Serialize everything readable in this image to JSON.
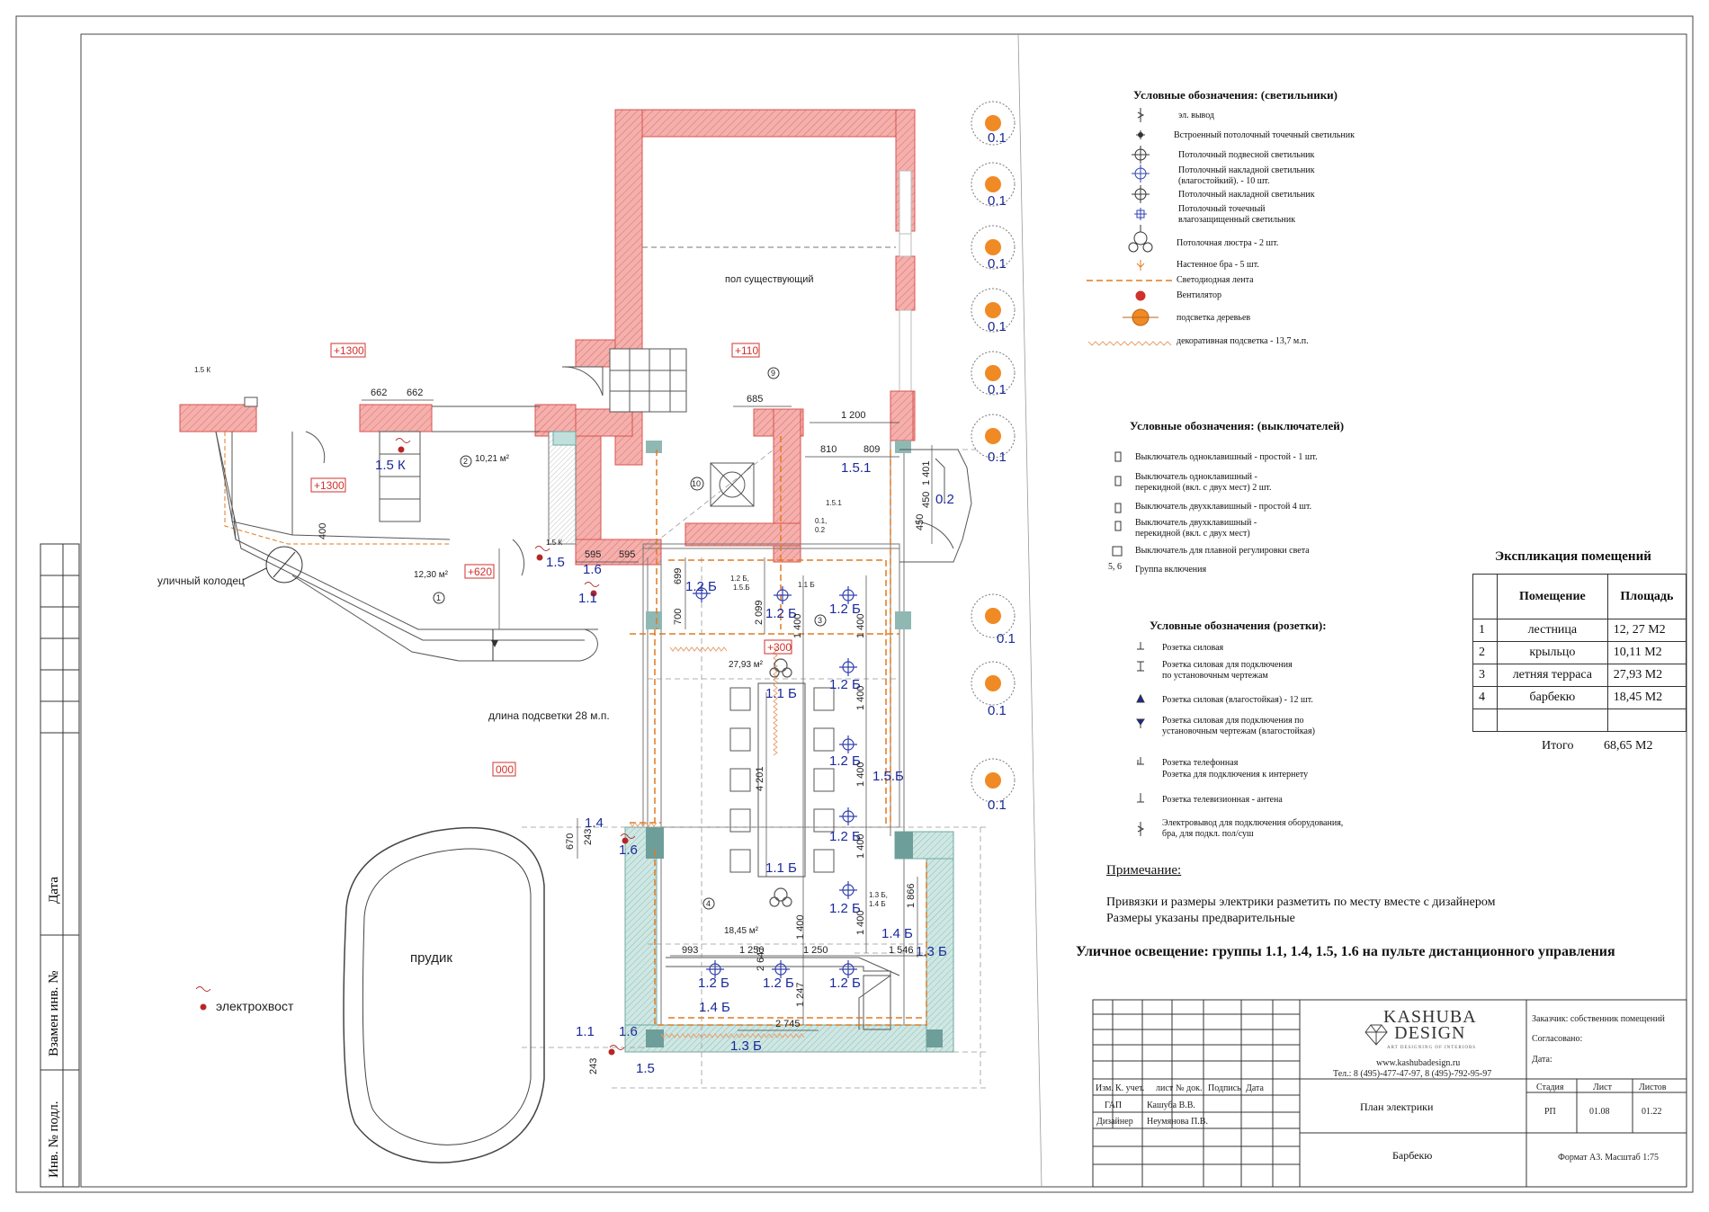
{
  "legend_lights": {
    "title": "Условные обозначения: (светильники)",
    "items": [
      {
        "icon": "el-outlet-icon",
        "label": "эл. вывод"
      },
      {
        "icon": "recessed-spot-icon",
        "label": "Встроенный потолочный точечный светильник"
      },
      {
        "icon": "pendant-light-icon",
        "label": "Потолочный подвесной светильник"
      },
      {
        "icon": "surface-light-wet-icon",
        "label": "Потолочный накладной светильник (влагостойкий). - 10 шт."
      },
      {
        "icon": "surface-light-icon",
        "label": "Потолочный накладной светильник"
      },
      {
        "icon": "spot-wet-icon",
        "label": "Потолочный точечный влагозащищенный светильник"
      },
      {
        "icon": "chandelier-icon",
        "label": "Потолочная люстра - 2 шт."
      },
      {
        "icon": "wall-sconce-icon",
        "label": "Настенное бра - 5 шт."
      },
      {
        "icon": "led-strip-icon",
        "label": "Светодиодная лента"
      },
      {
        "icon": "fan-icon",
        "label": "Вентилятор"
      },
      {
        "icon": "tree-light-icon",
        "label": "подсветка деревьев"
      },
      {
        "icon": "decor-light-icon",
        "label": "декоративная подсветка - 13,7 м.п."
      }
    ]
  },
  "legend_switches": {
    "title": "Условные обозначения: (выключателей)",
    "items": [
      {
        "icon": "switch-single-icon",
        "label": "Выключатель одноклавишный - простой - 1 шт."
      },
      {
        "icon": "switch-single-pass-icon",
        "label": "Выключатель одноклавишный - перекидной (вкл. с двух мест) 2 шт."
      },
      {
        "icon": "switch-double-icon",
        "label": "Выключатель двухклавишный - простой 4 шт."
      },
      {
        "icon": "switch-double-pass-icon",
        "label": "Выключатель двухклавишный - перекидной (вкл. с двух мест)"
      },
      {
        "icon": "dimmer-icon",
        "label": "Выключатель для плавной регулировки света"
      },
      {
        "icon": "group-icon",
        "label": "Группа включения",
        "prefix": "5, 6"
      }
    ]
  },
  "legend_sockets": {
    "title": "Условные обозначения (розетки):",
    "items": [
      {
        "icon": "socket-power-icon",
        "label": "Розетка силовая"
      },
      {
        "icon": "socket-install-icon",
        "label": "Розетка силовая для подключения по установочным чертежам"
      },
      {
        "icon": "socket-wet-icon",
        "label": "Розетка силовая (влагостойкая) - 12 шт."
      },
      {
        "icon": "socket-install-wet-icon",
        "label": "Розетка силовая для подключения по установочным чертежам (влагостойкая)"
      },
      {
        "icon": "socket-phone-icon",
        "label": "Розетка телефонная"
      },
      {
        "icon": "socket-internet-icon",
        "label": "Розетка для подключения к интернету"
      },
      {
        "icon": "socket-tv-icon",
        "label": "Розетка телевизионная - антена"
      },
      {
        "icon": "el-lead-icon",
        "label": "Электровывод для подключения оборудования, бра, для подкл. пол/суш"
      }
    ]
  },
  "explication": {
    "title": "Экспликация помещений",
    "headers": [
      "Помещение",
      "Площадь"
    ],
    "rows": [
      {
        "n": "1",
        "name": "лестница",
        "area": "12, 27 М2"
      },
      {
        "n": "2",
        "name": "крыльцо",
        "area": "10,11 М2"
      },
      {
        "n": "3",
        "name": "летняя терраса",
        "area": "27,93 М2"
      },
      {
        "n": "4",
        "name": "барбекю",
        "area": "18,45 М2"
      }
    ],
    "total_label": "Итого",
    "total_value": "68,65 М2"
  },
  "notes": {
    "heading": "Примечание:",
    "line1": "Привязки и размеры электрики разметить по месту вместе с дизайнером",
    "line2": "Размеры указаны предварительные",
    "outdoor": "Уличное освещение: группы 1.1, 1.4, 1.5, 1.6 на пульте дистанционного управления"
  },
  "side_stamp": {
    "date": "Дата",
    "replace": "Взамен инв. №",
    "inv": "Инв. № подл."
  },
  "title_block": {
    "brand_line1": "KASHUBA",
    "brand_line2": "DESIGN",
    "brand_sub": "ART DESIGNING OF INTERIORS",
    "website": "www.kashubadesign.ru",
    "phones": "Тел.: 8 (495)-477-47-97, 8 (495)-792-95-97",
    "customer": "Заказчик: собственник помещений",
    "agreed": "Согласовано:",
    "date": "Дата:",
    "col_headers": [
      "Изм.",
      "К. учет.",
      "лист",
      "№ док.",
      "Подпись",
      "Дата"
    ],
    "gap_role": "ГАП",
    "gap_name": "Кашуба В.В.",
    "designer_role": "Дизайнер",
    "designer_name": "Неумянова П.В.",
    "drawing_title": "План электрики",
    "object": "Барбекю",
    "stage_h": "Стадия",
    "sheet_h": "Лист",
    "sheets_h": "Листов",
    "stage": "РП",
    "sheet": "01.08",
    "sheets": "01.22",
    "format": "Формат А3. Масштаб 1:75"
  },
  "plan_labels": {
    "floor_existing": "пол существующий",
    "well": "уличный колодец",
    "backlight_len": "длина подсветки 28 м.п.",
    "pond": "прудик",
    "el_tail": "электрохвост",
    "lvl_1300a": "+1300",
    "lvl_1300b": "+1300",
    "lvl_110": "+110",
    "lvl_620": "+620",
    "lvl_300": "+300",
    "lvl_000": "000",
    "area_2": "10,21 м²",
    "area_1": "12,30 м²",
    "area_3": "27,93 м²",
    "area_4": "18,45 м²",
    "room_1": "1",
    "room_2": "2",
    "room_3": "3",
    "room_4": "4",
    "room_9": "9",
    "room_10": "10",
    "g_15k_a": "1.5 К",
    "g_15k_big": "1.5 К",
    "g_15k_b": "1.5 К",
    "g_15_a": "1.5",
    "g_16_a": "1.6",
    "g_11_a": "1.1",
    "g_151": "1.5.1",
    "g_151s": "1.5.1",
    "g_02": "0.2",
    "g_01_02": "0.1,",
    "g_02s": "0.2",
    "g_12b_1": "1.2 Б",
    "g_12b_2": "1.2 Б",
    "g_12b_3": "1.2 Б",
    "g_12b_15b": "1.2 Б,",
    "g_15b_s": "1.5.Б",
    "g_11b_s": "1.1 Б",
    "g_11b_1": "1.1 Б",
    "g_12b_4": "1.2 Б",
    "g_12b_5": "1.2 Б",
    "g_15b": "1.5.Б",
    "g_12b_6": "1.2 Б",
    "g_11b_2": "1.1 Б",
    "g_12b_7": "1.2 Б",
    "g_13b_14b": "1.3 Б,",
    "g_14b_s": "1.4 Б",
    "g_14b_1": "1.4 Б",
    "g_13b_1": "1.3 Б",
    "g_12b_8": "1.2 Б",
    "g_12b_9": "1.2 Б",
    "g_12b_10": "1.2 Б",
    "g_14b_2": "1.4 Б",
    "g_13b_2": "1.3 Б",
    "g_14_a": "1.4",
    "g_16_b": "1.6",
    "g_11_b": "1.1",
    "g_16_c": "1.6",
    "g_15_b": "1.5",
    "tree_01": "0.1",
    "d_662a": "662",
    "d_662b": "662",
    "d_685": "685",
    "d_1200": "1 200",
    "d_810": "810",
    "d_809": "809",
    "d_1401": "1 401",
    "d_450a": "450",
    "d_450b": "450",
    "d_400": "400",
    "d_595a": "595",
    "d_595b": "595",
    "d_699": "699",
    "d_700": "700",
    "d_2099": "2 099",
    "d_1400a": "1 400",
    "d_1400b": "1 400",
    "d_4201": "4 201",
    "d_1400c": "1 400",
    "d_1400d": "1 400",
    "d_1400e": "1 400",
    "d_1400f": "1 400",
    "d_670": "670",
    "d_243a": "243",
    "d_1866": "1 866",
    "d_993": "993",
    "d_1250a": "1 250",
    "d_1250b": "1 250",
    "d_1546": "1 546",
    "d_2647": "2 647",
    "d_1400g": "1 400",
    "d_1247": "1 247",
    "d_2745": "2 745",
    "d_243b": "243"
  },
  "colors": {
    "wall": "#f2a3a3",
    "wall_edge": "#d9534f",
    "brick_wall": "#bfe0dc",
    "brick_edge": "#6fa8a0",
    "led_strip": "#e07a20",
    "group_label": "#1a2a9a",
    "level_red": "#d0312d",
    "tree_orange": "#f08a24"
  }
}
